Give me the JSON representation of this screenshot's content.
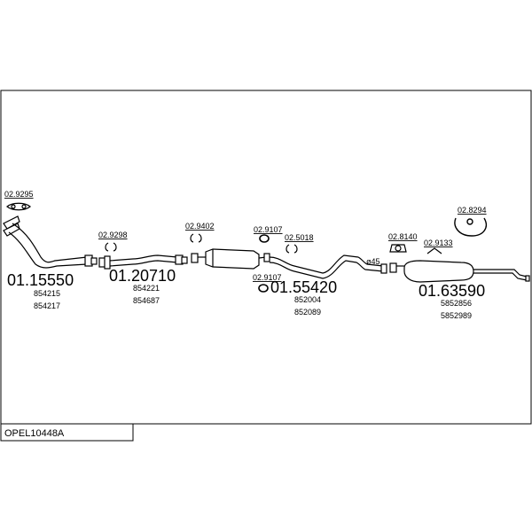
{
  "diagram": {
    "code": "OPEL10448A",
    "sections": [
      {
        "part_no": "01.15550",
        "oem_numbers": [
          "854215",
          "854217"
        ]
      },
      {
        "part_no": "01.20710",
        "oem_numbers": [
          "854221",
          "854687"
        ]
      },
      {
        "part_no": "01.55420",
        "oem_numbers": [
          "852004",
          "852089"
        ]
      },
      {
        "part_no": "01.63590",
        "oem_numbers": [
          "5852856",
          "5852989"
        ]
      }
    ],
    "accessories": [
      "02.9295",
      "02.9298",
      "02.9402",
      "02.9107",
      "02.5018",
      "02.9107",
      "02.8140",
      "02.9133",
      "02.8294"
    ],
    "pipe_diameter_label": "ø45"
  }
}
